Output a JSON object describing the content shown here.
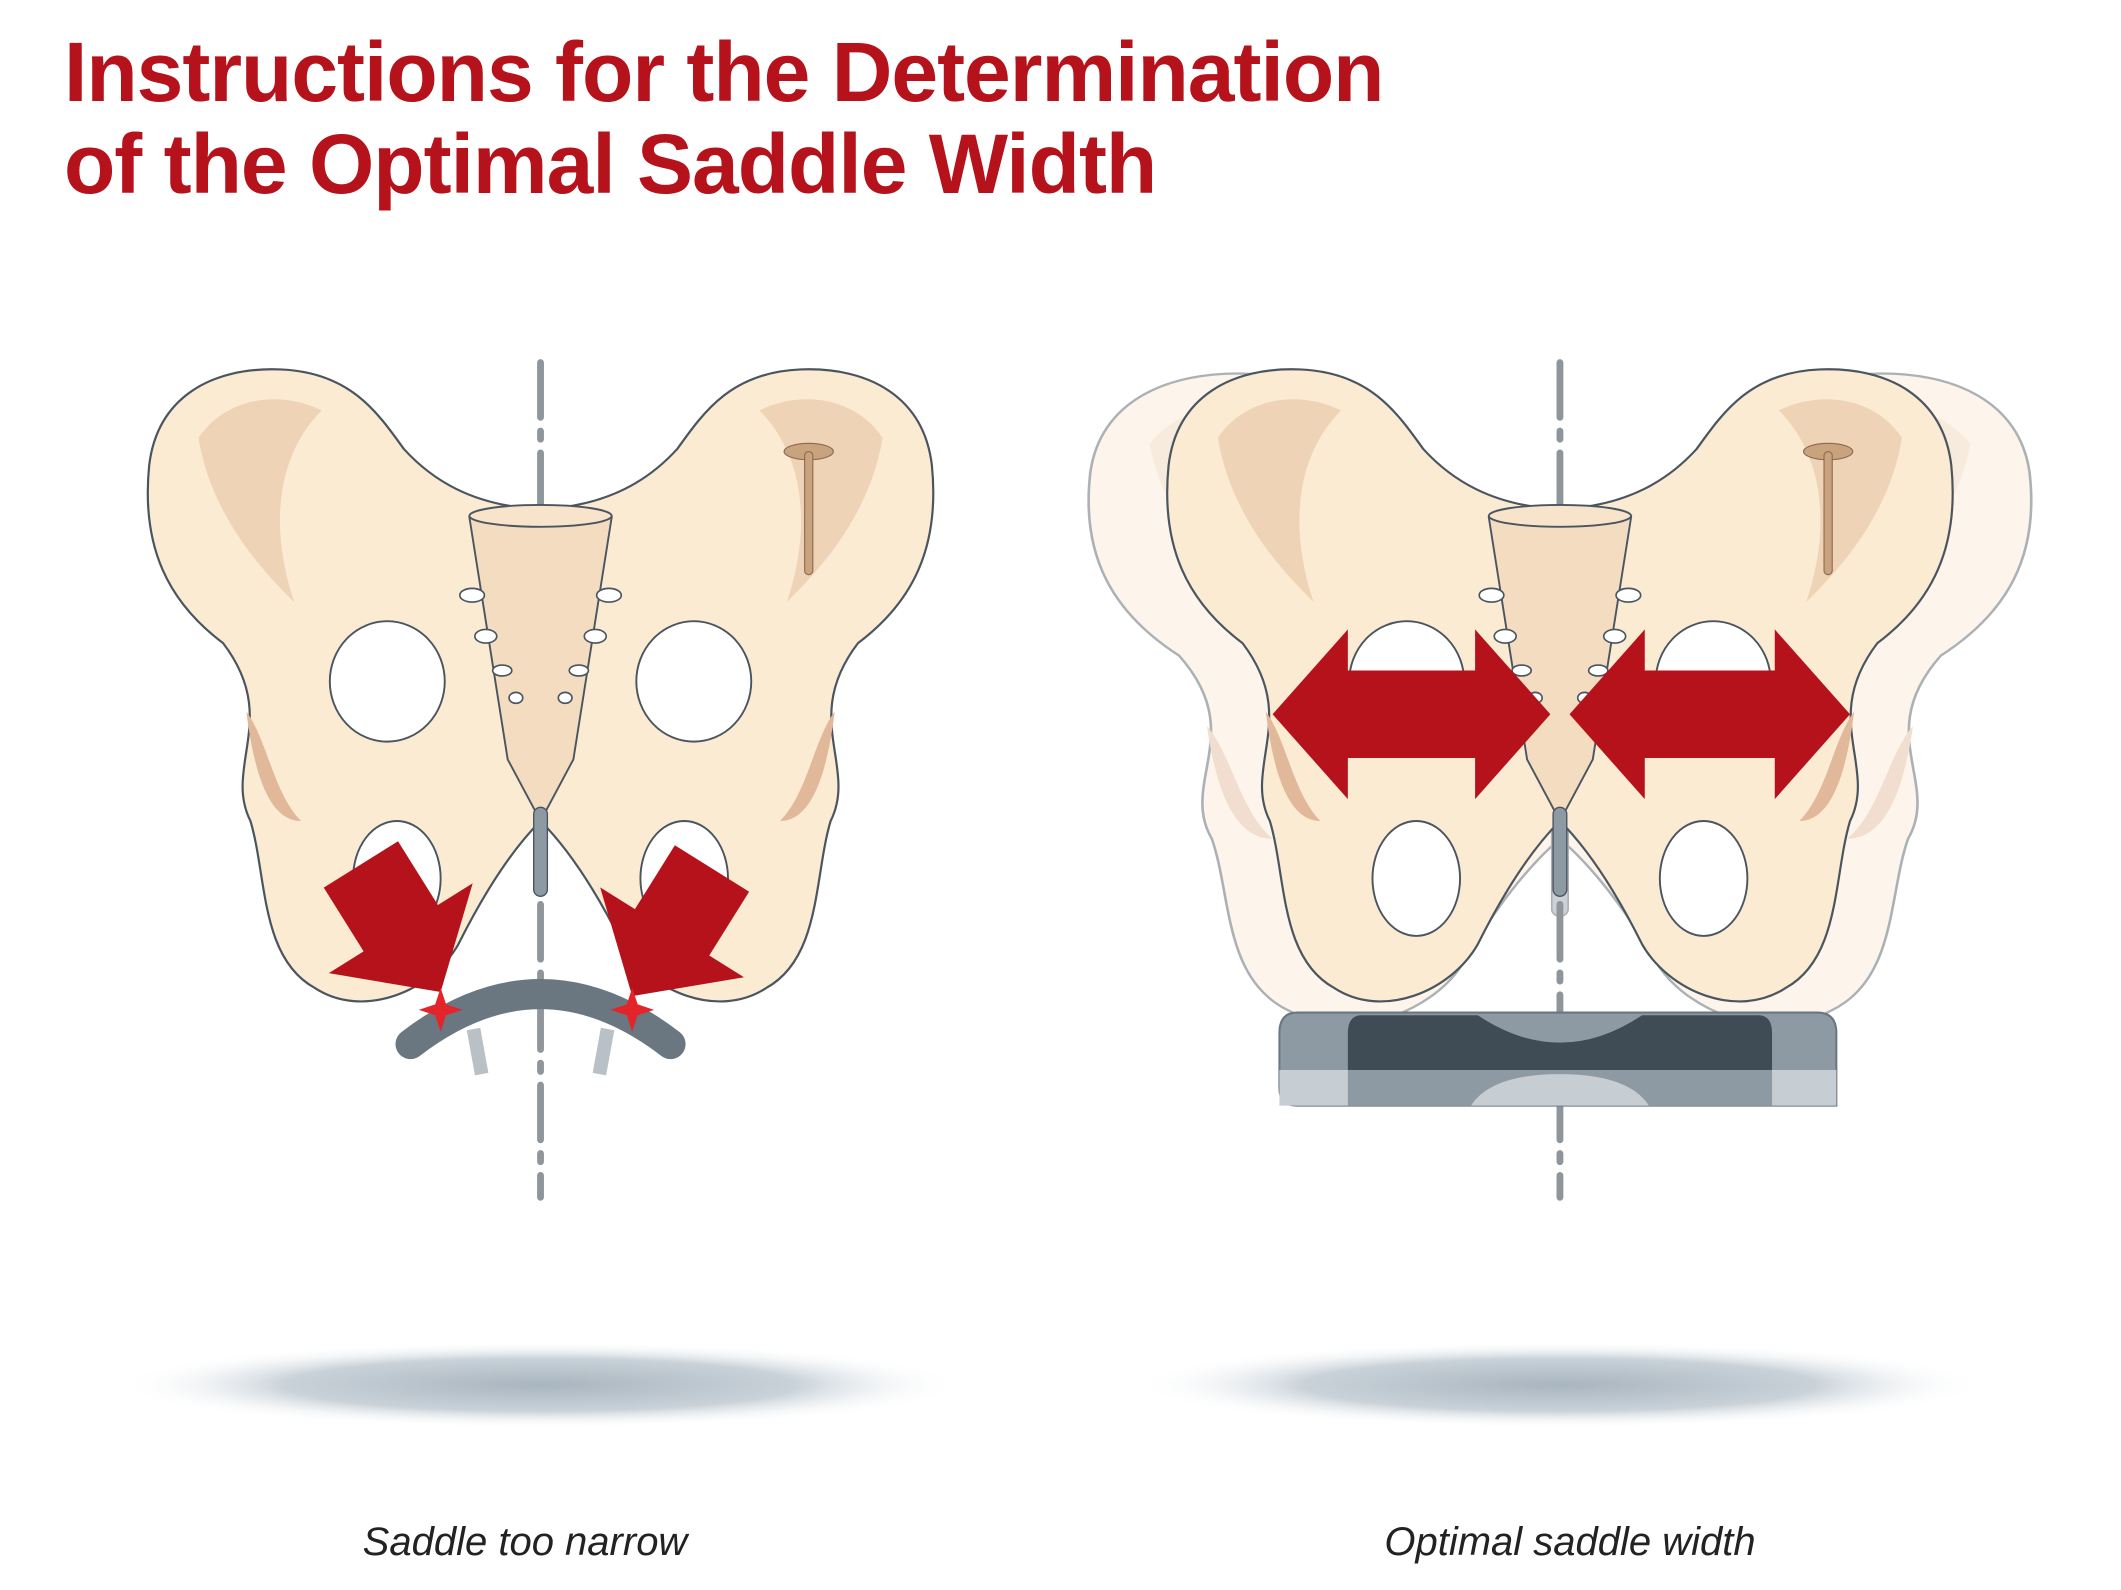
{
  "title": {
    "line1": "Instructions for the Determination",
    "line2": "of the Optimal Saddle Width"
  },
  "figures": [
    {
      "caption": "Saddle too narrow"
    },
    {
      "caption": "Optimal saddle width"
    }
  ],
  "colors": {
    "accent": "#b5121b",
    "bone": "#fbeBd3",
    "bone_shade": "#eed3b6",
    "outline": "#4a5560",
    "saddle_dark": "#3f4c56",
    "saddle_light": "#8e9aa3"
  }
}
